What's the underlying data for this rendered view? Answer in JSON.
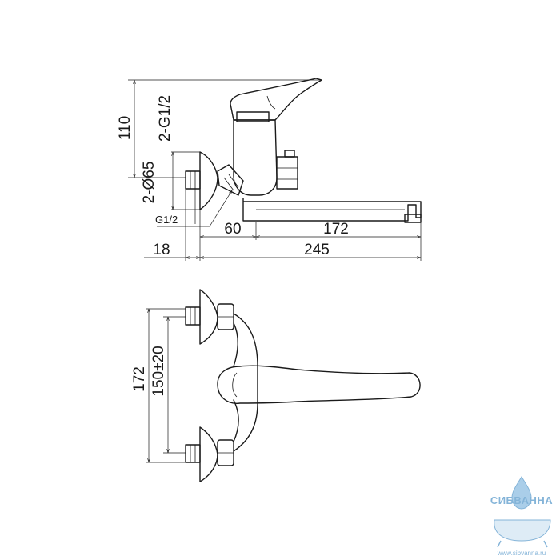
{
  "side_view": {
    "dimensions": {
      "height_top": "110",
      "inlet_thread": "2-G1/2",
      "flange_diameter": "2-Ø65",
      "connector_thread": "G1/2",
      "offset_60": "60",
      "spout_172": "172",
      "wall_18": "18",
      "overall_245": "245"
    }
  },
  "top_view": {
    "dimensions": {
      "inlet_span": "172",
      "center_distance": "150±20"
    }
  },
  "watermark": {
    "brand": "СИБВАННА",
    "url": "www.sibvanna.ru",
    "color": "#6fa7d2"
  }
}
